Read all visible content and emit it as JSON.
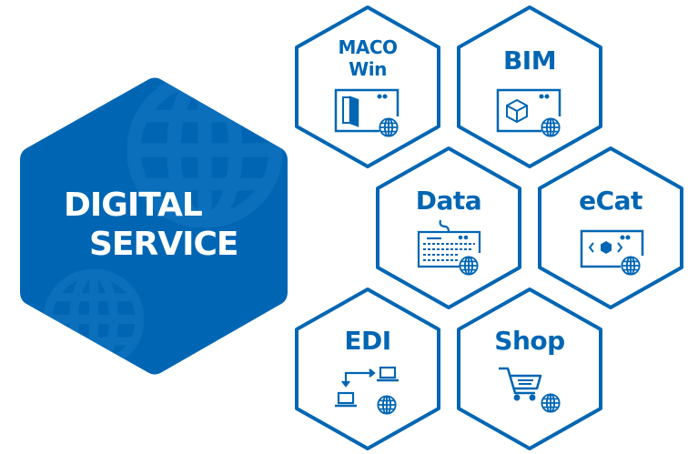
{
  "colors": {
    "brand_blue": "#0066b3",
    "globe_watermark": "#1677c2",
    "background": "#ffffff"
  },
  "main": {
    "line1": "DIGITAL",
    "line2": "SERVICE"
  },
  "services": [
    {
      "id": "maco-win",
      "line1": "MACO",
      "line2": "Win",
      "icon": "window-door-icon"
    },
    {
      "id": "bim",
      "label": "BIM",
      "icon": "window-cube-icon"
    },
    {
      "id": "data",
      "label": "Data",
      "icon": "keyboard-icon"
    },
    {
      "id": "ecat",
      "label": "eCat",
      "icon": "window-code-icon"
    },
    {
      "id": "edi",
      "label": "EDI",
      "icon": "laptops-exchange-icon"
    },
    {
      "id": "shop",
      "label": "Shop",
      "icon": "shopping-cart-icon"
    }
  ]
}
